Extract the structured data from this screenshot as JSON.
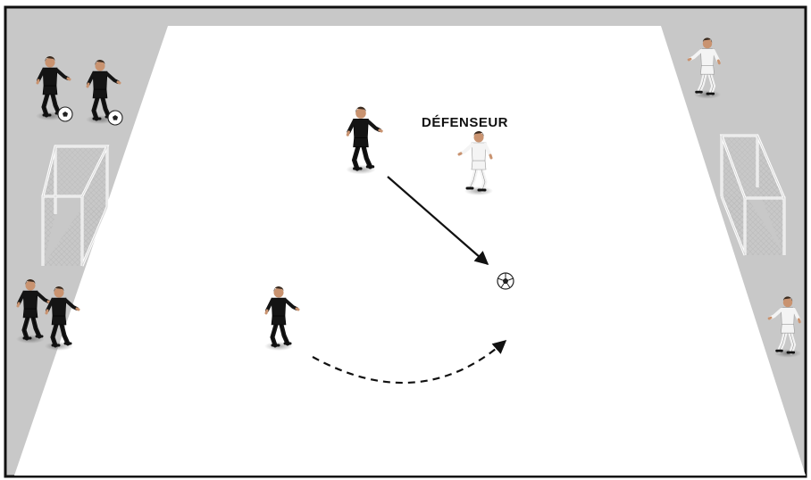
{
  "diagram": {
    "labels": {
      "defender": "DÉFENSEUR"
    },
    "colors": {
      "frame": "#111111",
      "surround": "#c8c8c8",
      "pitch": "#ffffff",
      "attacking_team_kit": "#141414",
      "defending_team_kit": "#f4f4f4",
      "arrow": "#111111"
    },
    "players": [
      {
        "team": "black",
        "role": "queue-player",
        "has_ball": true
      },
      {
        "team": "black",
        "role": "queue-player",
        "has_ball": true
      },
      {
        "team": "black",
        "role": "queue-player",
        "has_ball": false
      },
      {
        "team": "black",
        "role": "queue-player",
        "has_ball": false
      },
      {
        "team": "black",
        "role": "passer",
        "has_ball": false
      },
      {
        "team": "black",
        "role": "runner",
        "has_ball": false
      },
      {
        "team": "white",
        "role": "defender",
        "has_ball": false
      },
      {
        "team": "white",
        "role": "waiting-player",
        "has_ball": false
      },
      {
        "team": "white",
        "role": "waiting-player",
        "has_ball": false
      }
    ],
    "goals": [
      {
        "side": "left"
      },
      {
        "side": "right"
      }
    ],
    "movements": [
      {
        "type": "pass",
        "line": "solid",
        "from": "passer",
        "to": "ball"
      },
      {
        "type": "run",
        "line": "dashed",
        "from": "runner",
        "to": "ball"
      }
    ]
  }
}
